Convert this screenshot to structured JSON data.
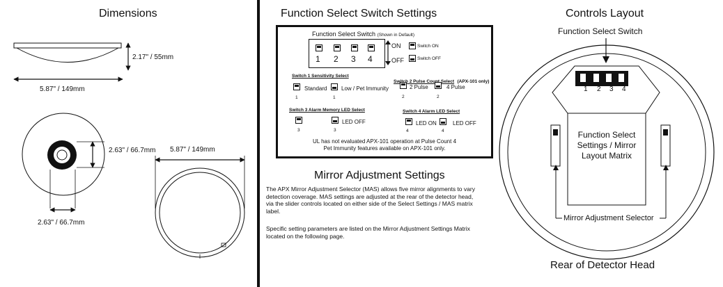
{
  "dimensions": {
    "title": "Dimensions",
    "side_height": "2.17\" / 55mm",
    "side_width": "5.87\" / 149mm",
    "rear_height": "2.63\" / 66.7mm",
    "rear_width": "2.63\" / 66.7mm",
    "front_width": "5.87\" / 149mm"
  },
  "function_select": {
    "title": "Function Select Switch Settings",
    "box_title": "Function Select Switch",
    "box_title_note": "(Shown in Default)",
    "switch_numbers": [
      "1",
      "2",
      "3",
      "4"
    ],
    "on_label": "ON",
    "off_label": "OFF",
    "legend_on": "Switch ON",
    "legend_off": "Switch OFF",
    "s1_title": "Switch 1 Sensitivity Select",
    "s1_opt_a": "Standard",
    "s1_opt_b": "Low / Pet Immunity",
    "s2_title": "Switch 2 Pulse Count Select",
    "s2_note": "(APX-101 only)",
    "s2_opt_a": "2 Pulse",
    "s2_opt_b": "4 Pulse",
    "s3_title": "Switch 3 Alarm Memory LED Select",
    "s3_opt_b": "LED OFF",
    "s4_title": "Switch 4 Alarm LED Select",
    "s4_opt_a": "LED ON",
    "s4_opt_b": "LED OFF",
    "note_line1": "UL has not evaluated APX-101 operation at Pulse Count 4",
    "note_line2": "Pet Immunity features available on APX-101 only."
  },
  "mirror": {
    "title": "Mirror Adjustment Settings",
    "para1": "The APX Mirror Adjustment Selector (MAS) allows five mirror alignments to vary detection coverage. MAS settings are adjusted at the rear of the detector head, via the slider controls located on either side of the Select Settings / MAS matrix label.",
    "para2": "Specific setting parameters are listed on the Mirror Adjustment Settings Matrix located on the following page."
  },
  "controls": {
    "title": "Controls Layout",
    "switch_label": "Function Select Switch",
    "switch_numbers": [
      "1",
      "2",
      "3",
      "4"
    ],
    "matrix_line1": "Function Select",
    "matrix_line2": "Settings / Mirror",
    "matrix_line3": "Layout Matrix",
    "mas_label": "Mirror Adjustment Selector",
    "caption": "Rear of Detector Head"
  }
}
